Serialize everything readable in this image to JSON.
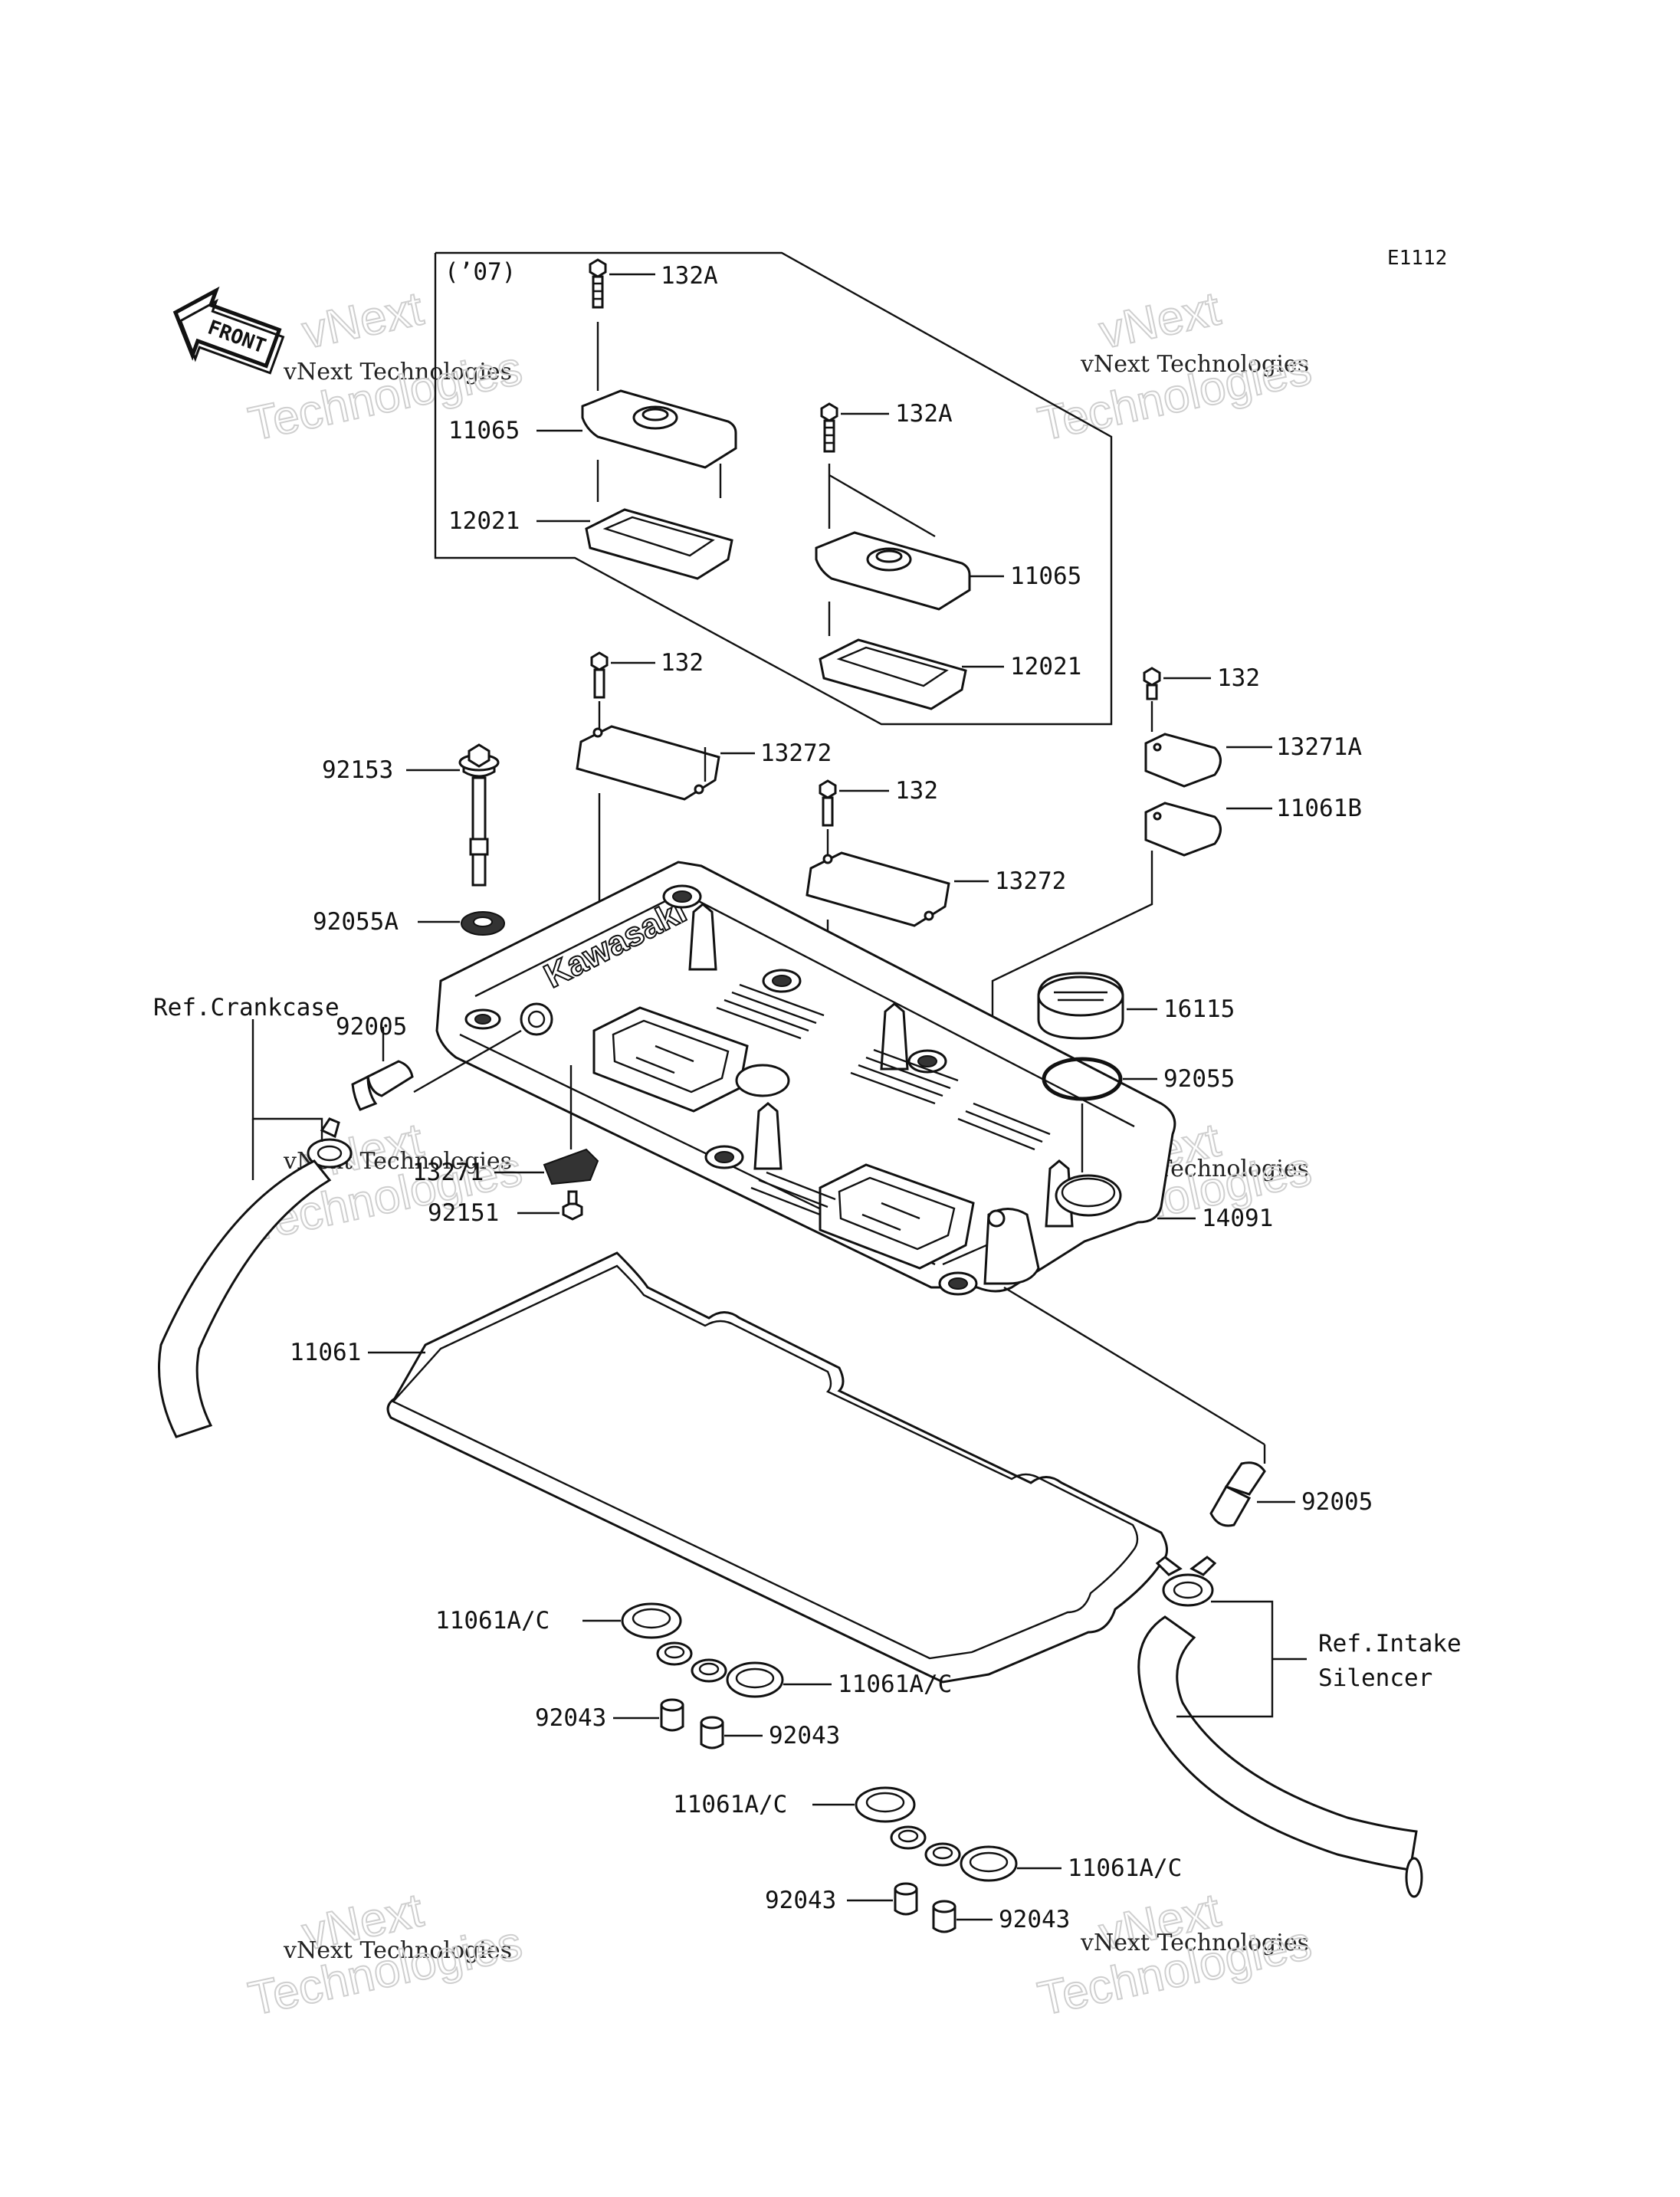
{
  "diagram_code": "E1112",
  "variant_label": "(’07)",
  "front_label": "FRONT",
  "watermark": {
    "line1": "vNext",
    "line2": "vNext Technologies",
    "line3": "Technologies"
  },
  "brand_on_cover": "Kawasaki",
  "parts": {
    "p132A_a": "132A",
    "p132A_b": "132A",
    "p11065_a": "11065",
    "p11065_b": "11065",
    "p12021_a": "12021",
    "p12021_b": "12021",
    "p132_a": "132",
    "p132_b": "132",
    "p132_c": "132",
    "p13272_a": "13272",
    "p13272_b": "13272",
    "p13271A": "13271A",
    "p11061B": "11061B",
    "p92153": "92153",
    "p92055A": "92055A",
    "p16115": "16115",
    "p92055": "92055",
    "p92005_a": "92005",
    "p92005_b": "92005",
    "p13271": "13271",
    "p92151": "92151",
    "p14091": "14091",
    "p11061": "11061",
    "p11061AC_a": "11061A/C",
    "p11061AC_b": "11061A/C",
    "p11061AC_c": "11061A/C",
    "p11061AC_d": "11061A/C",
    "p92043_a": "92043",
    "p92043_b": "92043",
    "p92043_c": "92043",
    "p92043_d": "92043"
  },
  "refs": {
    "crankcase": "Ref.Crankcase",
    "intake_line1": "Ref.Intake",
    "intake_line2": "Silencer"
  }
}
